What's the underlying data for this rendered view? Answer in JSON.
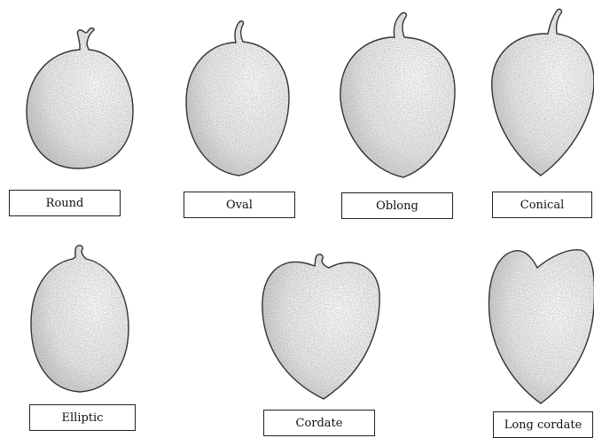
{
  "shapes": [
    {
      "id": "round",
      "label": "Round"
    },
    {
      "id": "oval",
      "label": "Oval"
    },
    {
      "id": "oblong",
      "label": "Oblong"
    },
    {
      "id": "conical",
      "label": "Conical"
    },
    {
      "id": "elliptic",
      "label": "Elliptic"
    },
    {
      "id": "cordate",
      "label": "Cordate"
    },
    {
      "id": "long-cordate",
      "label": "Long cordate"
    }
  ]
}
